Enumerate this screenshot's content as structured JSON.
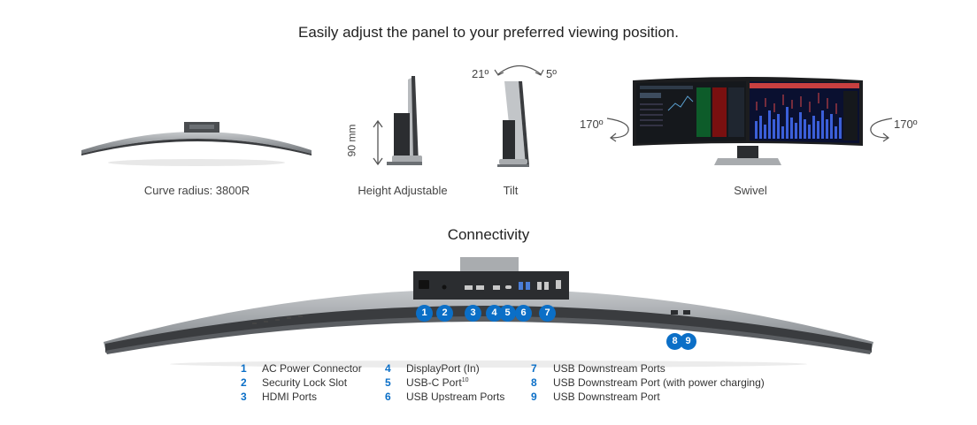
{
  "header": {
    "title": "Easily adjust the panel to your preferred viewing position."
  },
  "panels": {
    "curve": {
      "caption": "Curve radius: 3800R"
    },
    "height": {
      "caption": "Height Adjustable",
      "dimension": "90 mm"
    },
    "tilt": {
      "caption": "Tilt",
      "back_angle": "21º",
      "forward_angle": "5º"
    },
    "swivel": {
      "caption": "Swivel",
      "left_angle": "170º",
      "right_angle": "170º"
    }
  },
  "connectivity": {
    "title": "Connectivity",
    "badges": [
      "1",
      "2",
      "3",
      "4",
      "5",
      "6",
      "7",
      "8",
      "9"
    ],
    "legend": [
      {
        "num": "1",
        "label": "AC Power Connector"
      },
      {
        "num": "2",
        "label": "Security Lock Slot"
      },
      {
        "num": "3",
        "label": "HDMI Ports"
      },
      {
        "num": "4",
        "label": "DisplayPort (In)"
      },
      {
        "num": "5",
        "label": "USB-C Port",
        "sup": "10"
      },
      {
        "num": "6",
        "label": "USB Upstream Ports"
      },
      {
        "num": "7",
        "label": "USB Downstream Ports"
      },
      {
        "num": "8",
        "label": "USB Downstream Port (with power charging)"
      },
      {
        "num": "9",
        "label": "USB Downstream Port"
      }
    ]
  },
  "colors": {
    "accent": "#0b6fc7",
    "monitor_body": "#8e9296",
    "monitor_dark": "#2b2d30"
  }
}
